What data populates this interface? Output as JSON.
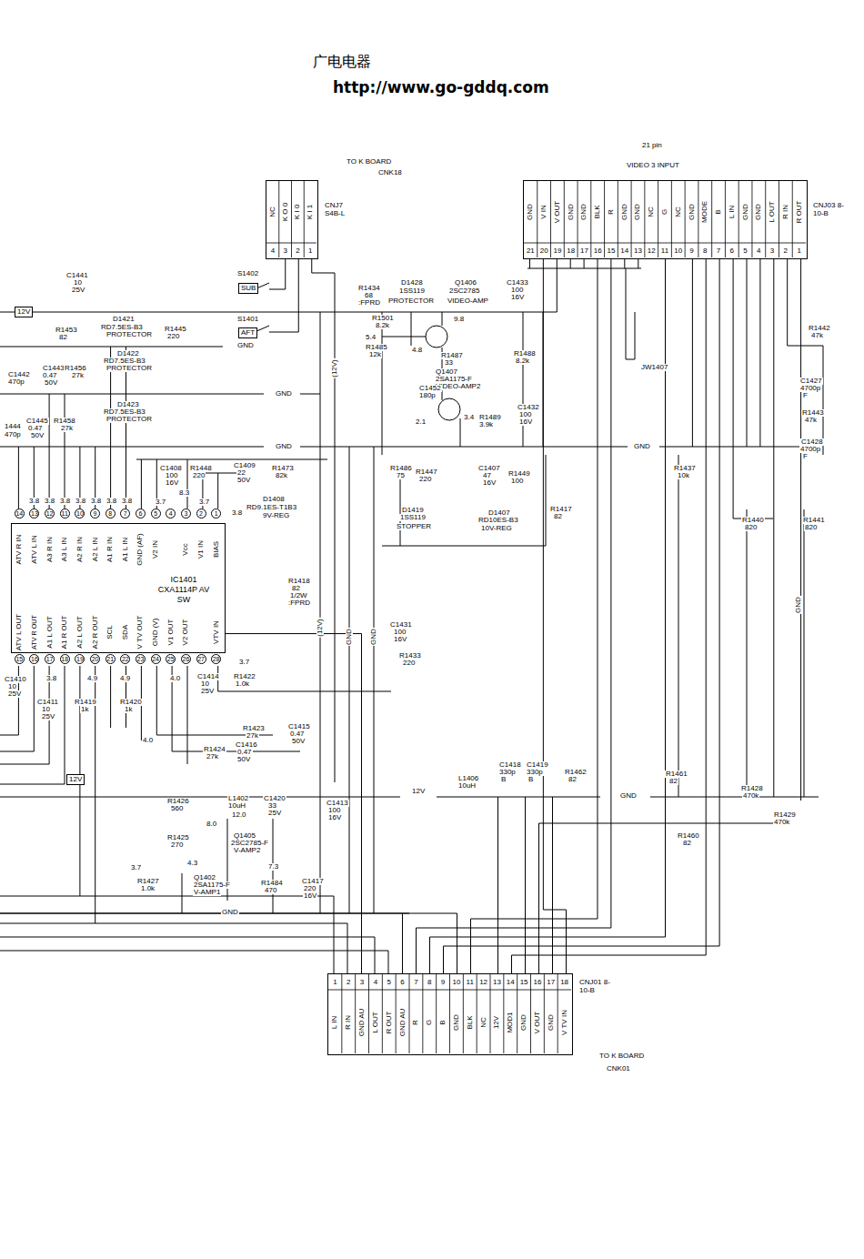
{
  "diagram": {
    "nodes": [
      {
        "text": [
          "CNJ7 S4B-L",
          "NC",
          "K O 0",
          "K I 0",
          "K I 1",
          "4",
          "3",
          "2",
          "1"
        ]
      },
      {
        "text": [
          "CNJ03 8-10-B",
          "GND",
          "V IN",
          "V OUT",
          "GND",
          "GND",
          "BLK",
          "R",
          "GND",
          "GND",
          "NC",
          "G",
          "NC",
          "GND",
          "MODE",
          "B",
          "L IN",
          "GND",
          "GND",
          "L OUT",
          "R IN",
          "R OUT",
          "21",
          "20",
          "19",
          "18",
          "17",
          "16",
          "15",
          "14",
          "13",
          "12",
          "11",
          "10",
          "9",
          "8",
          "7",
          "6",
          "5",
          "4",
          "3",
          "2",
          "1"
        ]
      },
      {
        "text": [
          "IC1401 CXA1114P AV SW",
          "ATV R IN",
          "ATV L IN",
          "A3 R IN",
          "A3 L IN",
          "A2 R IN",
          "A2 L IN",
          "A1 R IN",
          "A1 L IN",
          "GND (AF)",
          "V2 IN",
          "Vcc",
          "V1 IN",
          "BIAS",
          "ATV L OUT",
          "ATV R OUT",
          "A1 L OUT",
          "A1 R OUT",
          "A2 L OUT",
          "A2 R OUT",
          "SCL",
          "SDA",
          "V TV OUT",
          "GND (V)",
          "V1 OUT",
          "V2 OUT",
          "VTV IN",
          "14",
          "13",
          "12",
          "11",
          "10",
          "9",
          "8",
          "7",
          "6",
          "5",
          "4",
          "3",
          "2",
          "1",
          "15",
          "16",
          "17",
          "18",
          "19",
          "20",
          "21",
          "22",
          "23",
          "24",
          "25",
          "26",
          "27",
          "28"
        ]
      },
      {
        "text": [
          "CNJ01 8-10-B",
          "L IN",
          "R IN",
          "GND AU",
          "L OUT",
          "R OUT",
          "GND AU",
          "R",
          "G",
          "B",
          "GND",
          "BLK",
          "NC",
          "12V",
          "MOD1",
          "GND",
          "V OUT",
          "GND",
          "V TV IN",
          "1",
          "2",
          "3",
          "4",
          "5",
          "6",
          "7",
          "8",
          "9",
          "10",
          "11",
          "12",
          "13",
          "14",
          "15",
          "16",
          "17",
          "18"
        ]
      }
    ],
    "edges": [
      {
        "from": 1,
        "to": 3,
        "arrow": "none"
      },
      {
        "from": 1,
        "to": 3,
        "arrow": "none"
      },
      {
        "from": 1,
        "to": 3,
        "arrow": "none"
      },
      {
        "from": 1,
        "to": 3,
        "arrow": "none"
      },
      {
        "from": 1,
        "to": 3,
        "arrow": "none"
      },
      {
        "from": 1,
        "to": 3,
        "arrow": "none"
      },
      {
        "from": 2,
        "to": 3,
        "arrow": "none"
      }
    ],
    "labels": [
      "广电电器",
      "http://www.go-gddq.com",
      "TO K BOARD",
      "CNK18",
      "21 pin",
      "VIDEO 3 INPUT",
      "C1441",
      "10",
      "25V",
      "12V",
      "R1453",
      "82",
      "D1421",
      "RD7.5ES-B3",
      "PROTECTOR",
      "R1445",
      "220",
      "S1402",
      "SUB",
      "S1401",
      "AFT",
      "GND",
      "D1422",
      "RD7.5ES-B3",
      "PROTECTOR",
      "C1442",
      "470p",
      "C1443",
      "0.47",
      "50V",
      "R1456",
      "27k",
      "GND",
      "D1423",
      "RD7.5ES-B3",
      "PROTECTOR",
      "1444",
      "470p",
      "C1445",
      "0.47",
      "50V",
      "R1458",
      "27k",
      "GND",
      "(12V)",
      "R1434",
      "68",
      ":FPRD",
      "D1428",
      "1SS119",
      "PROTECTOR",
      "Q1406",
      "2SC2785",
      "VIDEO-AMP",
      "C1433",
      "100",
      "16V",
      "R1501",
      "8.2k",
      "9.8",
      "5.4",
      "4.8",
      "R1485",
      "12k",
      "R1487",
      "33",
      "Q1407",
      "2SA1175-F",
      "VIDEO-AMP2",
      "R1488",
      "8.2k",
      "JW1407",
      "C1452",
      "180p",
      "C1432",
      "100",
      "16V",
      "2.1",
      "3.4",
      "R1489",
      "3.9k",
      "R1442",
      "47k",
      "C1427",
      "4700p",
      "F",
      "R1443",
      "47k",
      "C1428",
      "4700p",
      "F",
      "GND",
      "C1408",
      "100",
      "16V",
      "R1448",
      "220",
      "C1409",
      "22",
      "50V",
      "R1473",
      "82k",
      "R1486",
      "75",
      "R1447",
      "220",
      "C1407",
      "47",
      "16V",
      "R1449",
      "100",
      "R1437",
      "10k",
      "D1408",
      "RD9.1ES-T1B3",
      "9V-REG",
      "D1419",
      "1SS119",
      "STOPPER",
      "D1407",
      "RD10ES-B3",
      "10V-REG",
      "R1417",
      "82",
      "R1440",
      "820",
      "R1441",
      "820",
      "GND",
      "3.8",
      "3.8",
      "3.8",
      "3.8",
      "3.8",
      "3.8",
      "3.8",
      "3.7",
      "8.3",
      "3.7",
      "3.8",
      "R1418",
      "82",
      "1/2W",
      ":FPRD",
      "C1431",
      "100",
      "16V",
      "R1433",
      "220",
      "(12V)",
      "GND",
      "GND",
      "C1410",
      "10",
      "25V",
      "3.8",
      "C1411",
      "10",
      "25V",
      "4.9",
      "4.9",
      "R1419",
      "1k",
      "R1420",
      "1k",
      "4.0",
      "C1414",
      "10",
      "25V",
      "R1422",
      "1.0k",
      "3.7",
      "4.0",
      "R1423",
      "27k",
      "C1415",
      "0.47",
      "50V",
      "R1424",
      "27k",
      "C1416",
      "0.47",
      "50V",
      "12V",
      "C1413",
      "100",
      "16V",
      "12V",
      "L1406",
      "10uH",
      "C1418",
      "330p",
      "B",
      "C1419",
      "330p",
      "B",
      "R1462",
      "82",
      "GND",
      "R1461",
      "82",
      "R1428",
      "470k",
      "R1429",
      "470k",
      "R1460",
      "82",
      "R1426",
      "560",
      "L1402",
      "10uH",
      "12.0",
      "C1420",
      "33",
      "25V",
      "8.0",
      "Q1405",
      "2SC2785-F",
      "V-AMP2",
      "R1425",
      "270",
      "3.7",
      "4.3",
      "7.3",
      "R1427",
      "1.0k",
      "Q1402",
      "2SA1175-F",
      "V-AMP1",
      "R1484",
      "470",
      "C1417",
      "220",
      "16V",
      "GND",
      "TO K BOARD",
      "CNK01"
    ]
  }
}
